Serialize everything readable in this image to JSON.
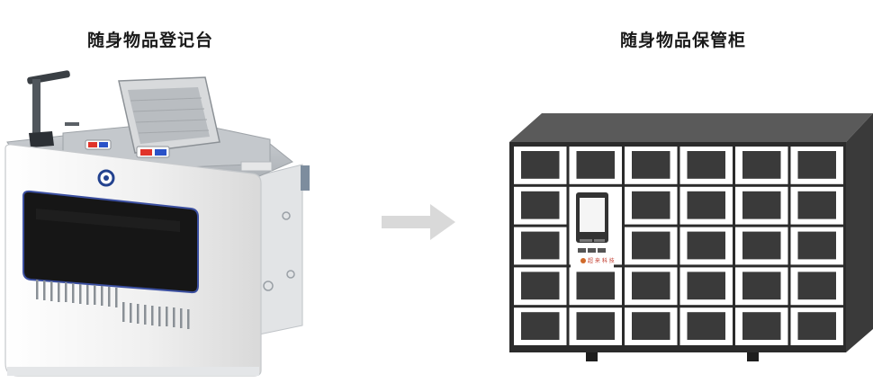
{
  "left": {
    "title": "随身物品登记台"
  },
  "right": {
    "title": "随身物品保管柜",
    "brand_text": "超 来 科 技"
  },
  "arrow": {
    "name": "right-arrow-icon",
    "color": "#d9d9d9"
  },
  "cabinet": {
    "columns": 6,
    "rows": 5,
    "body_color": "#2b2b2b",
    "door_color": "#ffffff",
    "window_color": "#3a3a3a"
  },
  "desk": {
    "body_color": "#f2f2f2",
    "screen_color": "#151515"
  }
}
